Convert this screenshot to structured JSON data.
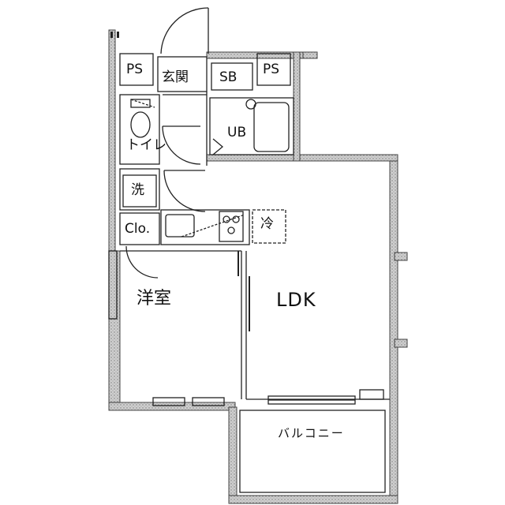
{
  "rooms": {
    "ps_left": "PS",
    "genkan": "玄関",
    "sb": "SB",
    "ps_right": "PS",
    "ub": "UB",
    "toilet": "トイレ",
    "wash": "洗",
    "closet": "Clo.",
    "fridge": "冷",
    "western_room": "洋室",
    "ldk": "LDK",
    "balcony": "バルコニー"
  },
  "colors": {
    "wall": "#8a8a8a",
    "line": "#222222",
    "background": "#ffffff"
  }
}
